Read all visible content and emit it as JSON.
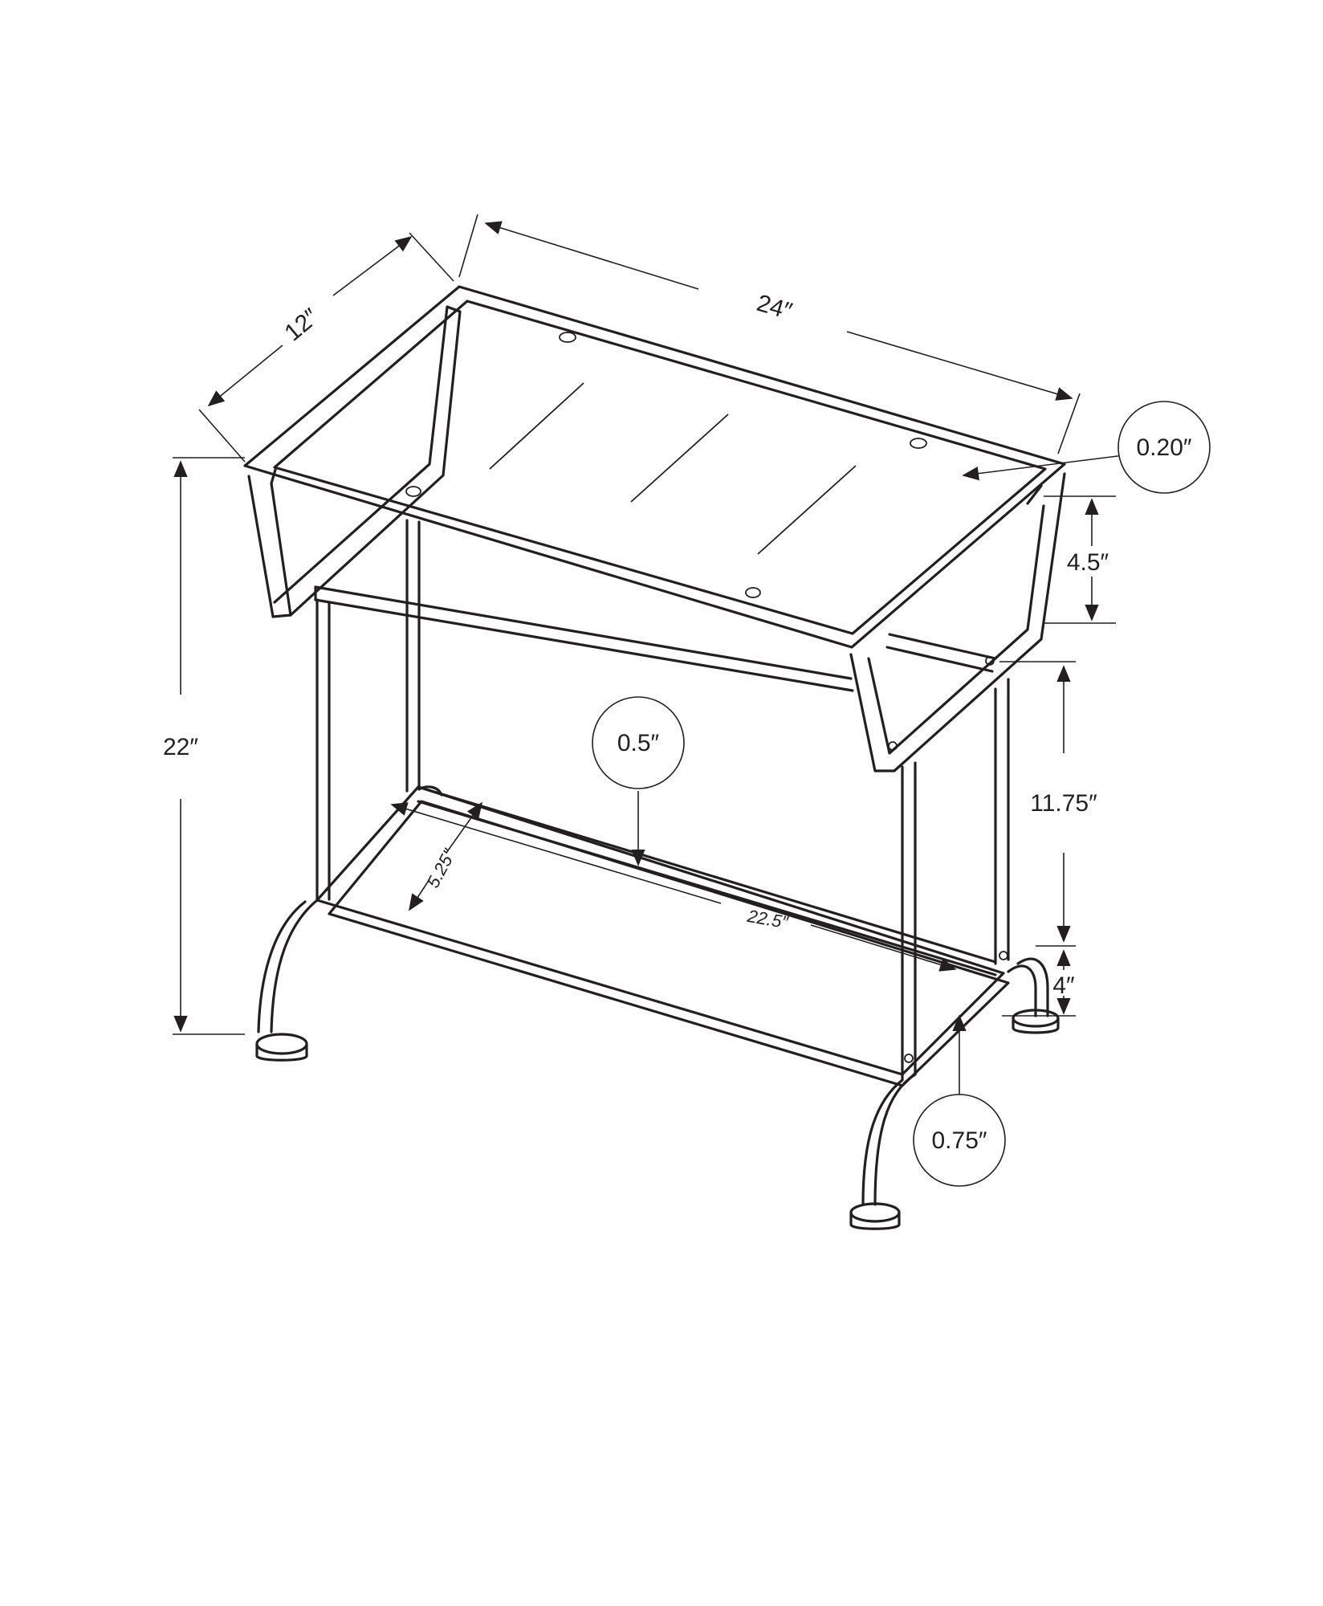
{
  "dimensions": {
    "width": "24″",
    "depth": "12″",
    "glass_thickness": "0.20″",
    "rack_height": "4.5″",
    "overall_height": "22″",
    "tube_diameter": "0.5″",
    "lower_depth": "5.25″",
    "lower_length": "22.5″",
    "shelf_clearance": "11.75″",
    "foot_clearance": "4″",
    "leg_diameter": "0.75″"
  }
}
